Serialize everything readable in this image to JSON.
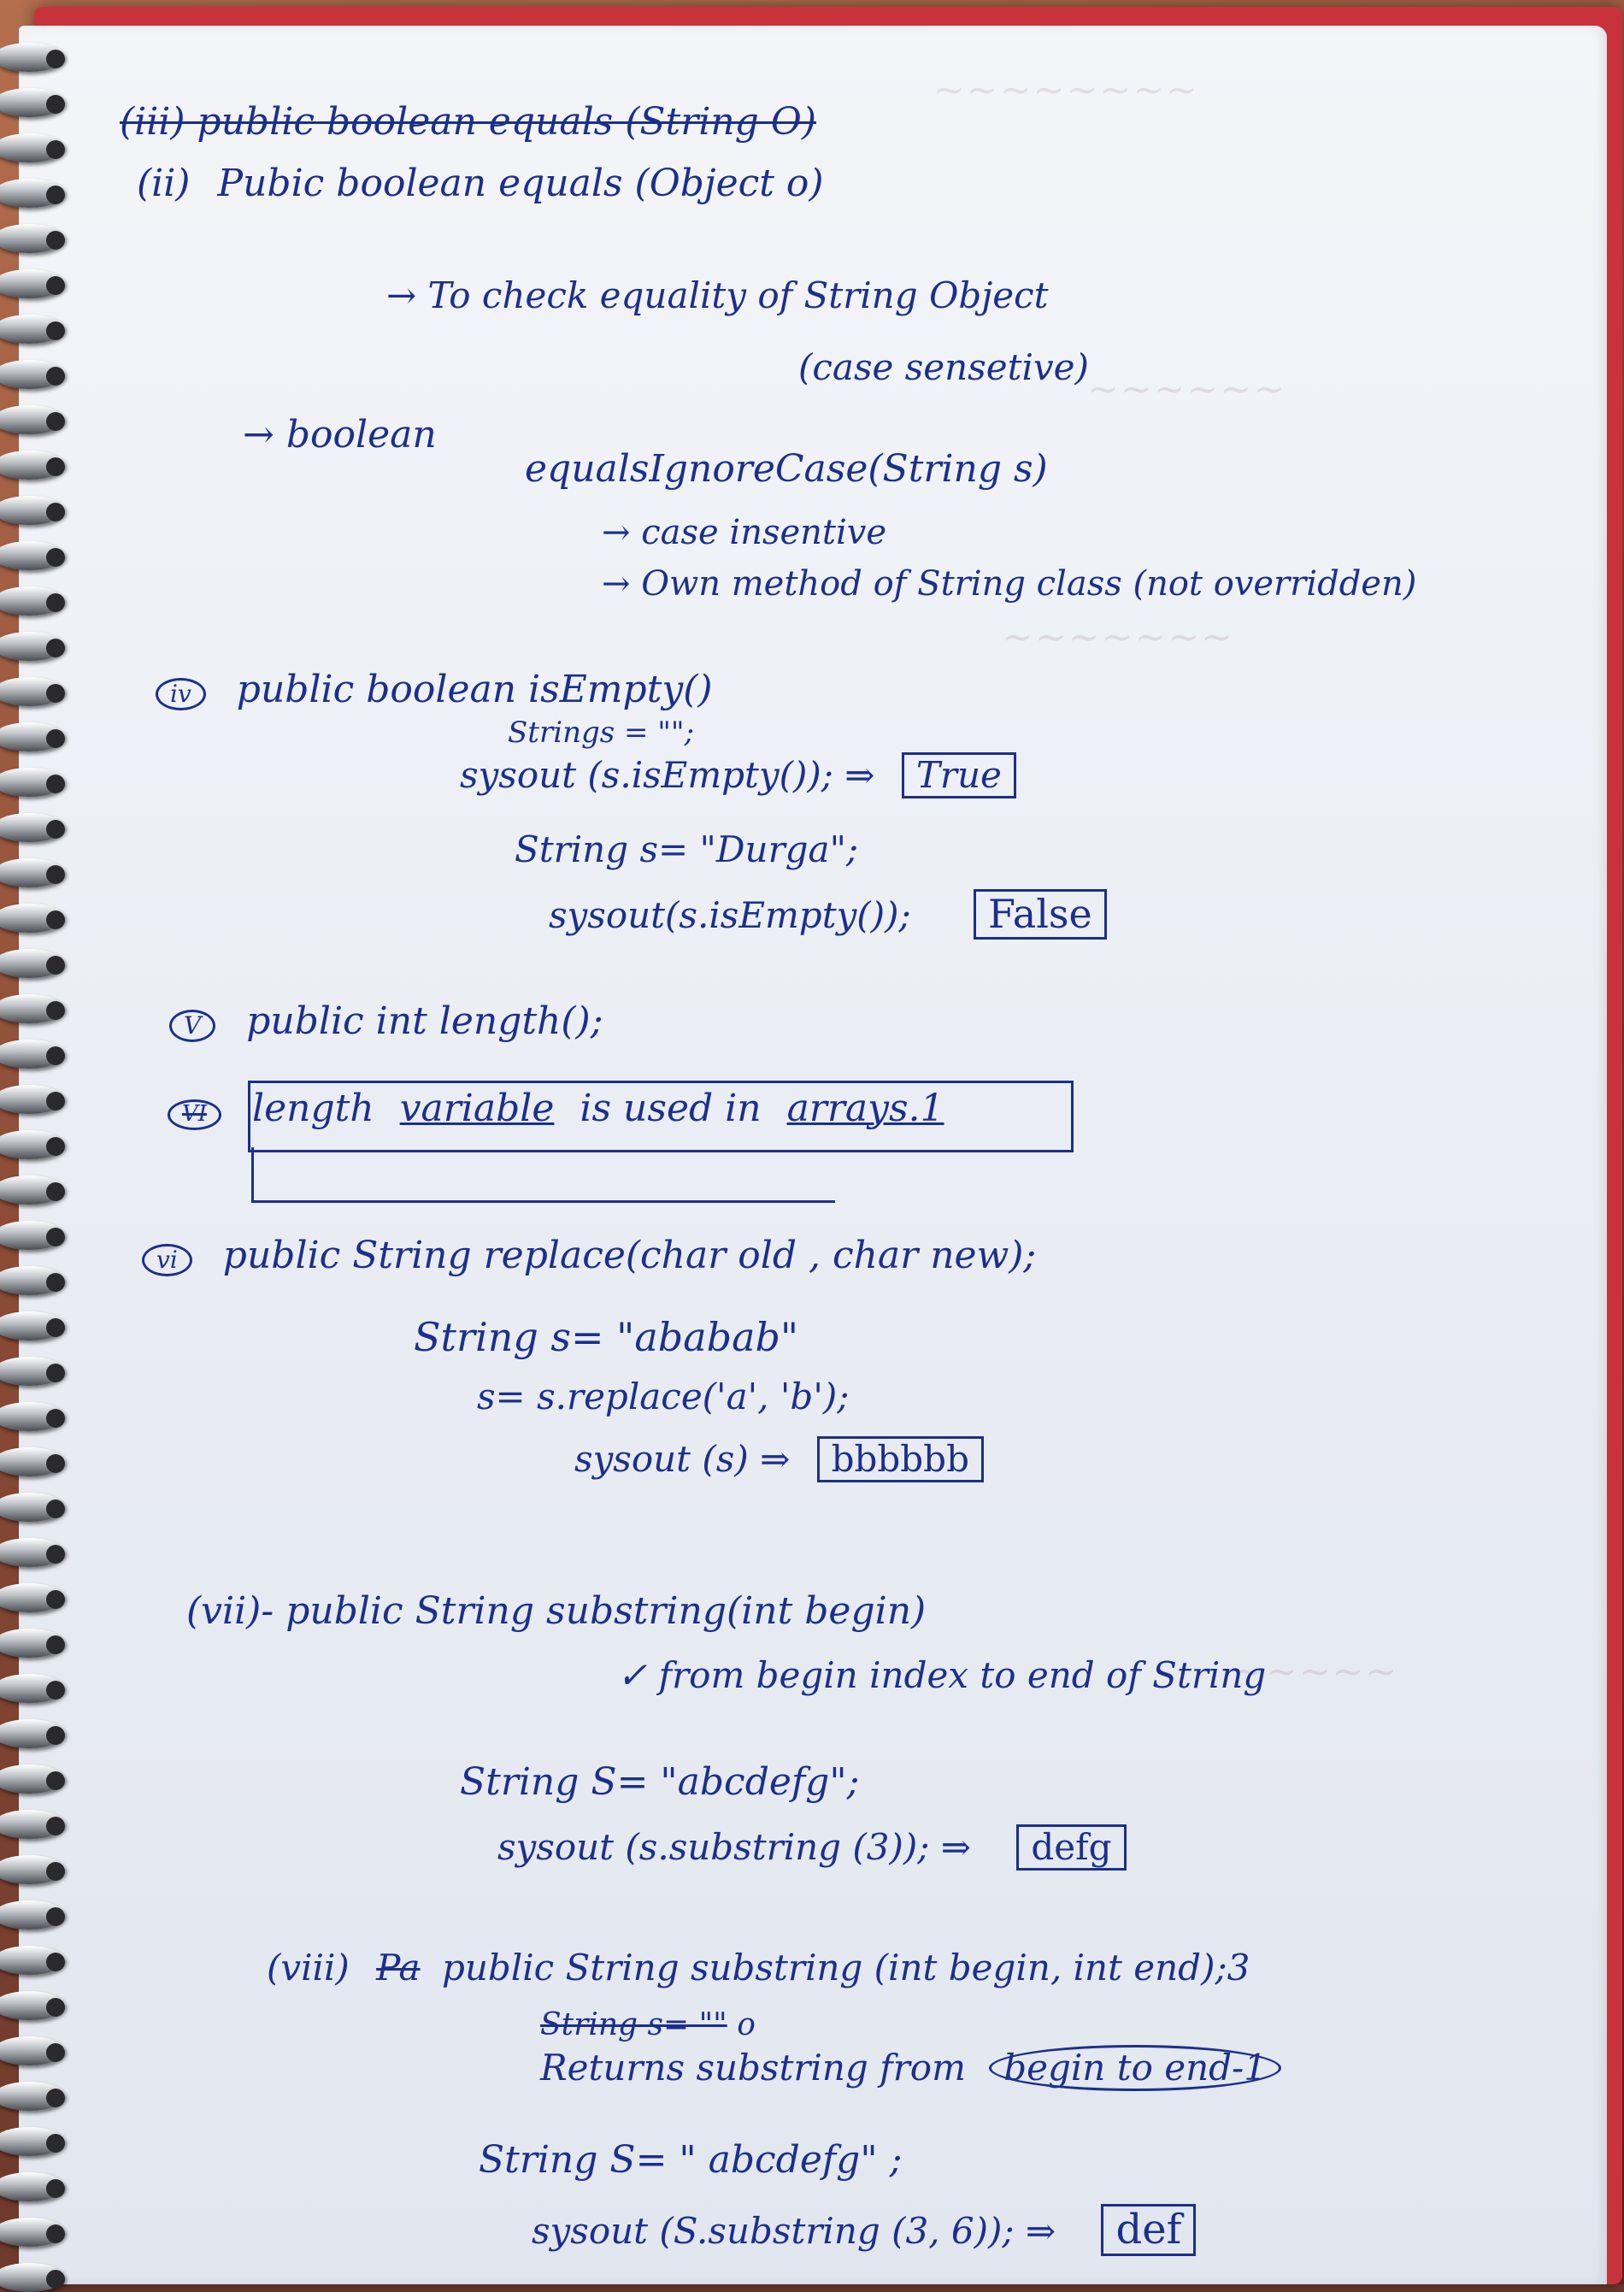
{
  "notes": {
    "iii_strike": "(iii) public boolean equals (String O)",
    "ii_label": "(ii)",
    "ii_text": "Pubic boolean  equals (Object o)",
    "ii_desc": "→ To check equality of String Object",
    "ii_case": "(case sensetive)",
    "bool_label": "→ boolean",
    "eic_sig": "equalsIgnoreCase(String s)",
    "eic_1": "→ case insentive",
    "eic_2": "→ Own method of String class (not overridden)",
    "iv_label": "iv",
    "iv_sig": "public boolean  isEmpty()",
    "iv_1": "Strings = \"\";",
    "iv_2": "sysout (s.isEmpty()); ⇒",
    "iv_2_result": "True",
    "iv_3": "String s= \"Durga\";",
    "iv_4": "sysout(s.isEmpty());",
    "iv_4_result": "False",
    "v_label": "V",
    "v_sig": "public int  length();",
    "vi_note_label": "VI",
    "vi_note_a": "length",
    "vi_note_b": "variable",
    "vi_note_c": "is used in",
    "vi_note_d": "arrays.1",
    "vi_label": "vi",
    "vi_sig": "public String replace(char old , char new);",
    "vi_1": "String s= \"ababab\"",
    "vi_2": "s= s.replace('a', 'b');",
    "vi_3": "sysout (s) ⇒",
    "vi_3_result": "bbbbbb",
    "vii_sig": "(vii)- public String  substring(int begin)",
    "vii_1": "✓ from begin index to end of String",
    "vii_2": "String S= \"abcdefg\";",
    "vii_3": "sysout (s.substring (3)); ⇒",
    "vii_3_result": "defg",
    "viii_label": "(viii)",
    "viii_strike_a": "Pa",
    "viii_sig": "public String substring (int begin, int end);3",
    "viii_strike_b": "String s= \"\"",
    "viii_strike_b_after": "o",
    "viii_1a": "Returns substring from",
    "viii_1b": "begin to end-1",
    "viii_2": "String S= \" abcdefg\" ;",
    "viii_3": "sysout (S.substring (3, 6)); ⇒",
    "viii_3_result": "def"
  }
}
